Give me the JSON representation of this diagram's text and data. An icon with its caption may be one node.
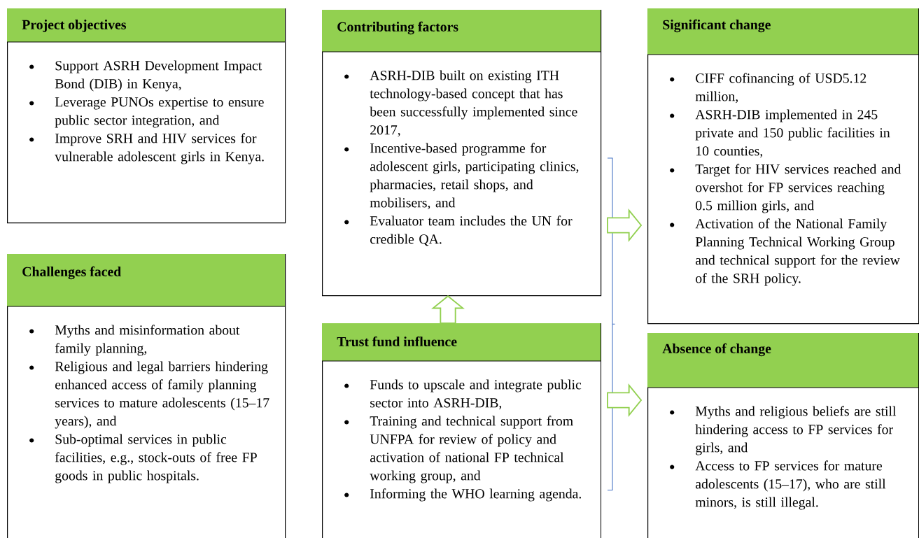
{
  "diagram": {
    "nodes": [
      {
        "text": [
          "Project objectives",
          "Support ASRH Development Impact Bond (DIB) in Kenya,",
          "Leverage PUNOs expertise to ensure public sector integration, and",
          "Improve SRH and HIV services for vulnerable adolescent girls in Kenya."
        ]
      },
      {
        "text": [
          "Challenges faced",
          "Myths and misinformation about family planning,",
          "Religious and legal barriers hindering enhanced access of family planning services to mature adolescents (15–17 years), and",
          "Sub-optimal services in public facilities, e.g., stock-outs of free FP goods in public hospitals."
        ]
      },
      {
        "text": [
          "Contributing factors",
          "ASRH-DIB built on existing ITH technology-based concept that has been successfully implemented since 2017,",
          "Incentive-based programme for adolescent girls, participating clinics, pharmacies, retail shops, and mobilisers, and",
          "Evaluator team includes the UN for credible QA."
        ]
      },
      {
        "text": [
          "Trust fund influence",
          "Funds to upscale and integrate public sector into ASRH-DIB,",
          "Training and technical support from UNFPA for review of policy and activation of national FP technical working group, and",
          "Informing the WHO learning agenda."
        ]
      },
      {
        "text": [
          "Significant change",
          "CIFF cofinancing of USD5.12 million,",
          "ASRH-DIB implemented in 245 private and 150 public facilities in 10 counties,",
          "Target for HIV services reached and overshot for FP services reaching 0.5 million girls, and",
          "Activation of the National Family Planning Technical Working Group and technical support for the review of the SRH policy."
        ]
      },
      {
        "text": [
          "Absence of change",
          "Myths and religious beliefs are still hindering access to FP services for girls, and",
          "Access to FP services for mature adolescents (15–17), who are still minors, is still illegal."
        ]
      },
      {
        "text": [],
        "shape": "bracket"
      }
    ],
    "edges": [
      {
        "from": 3,
        "to": 2,
        "arrow": "to"
      },
      {
        "from": 6,
        "to": 4,
        "arrow": "to"
      },
      {
        "from": 6,
        "to": 5,
        "arrow": "to"
      }
    ]
  }
}
